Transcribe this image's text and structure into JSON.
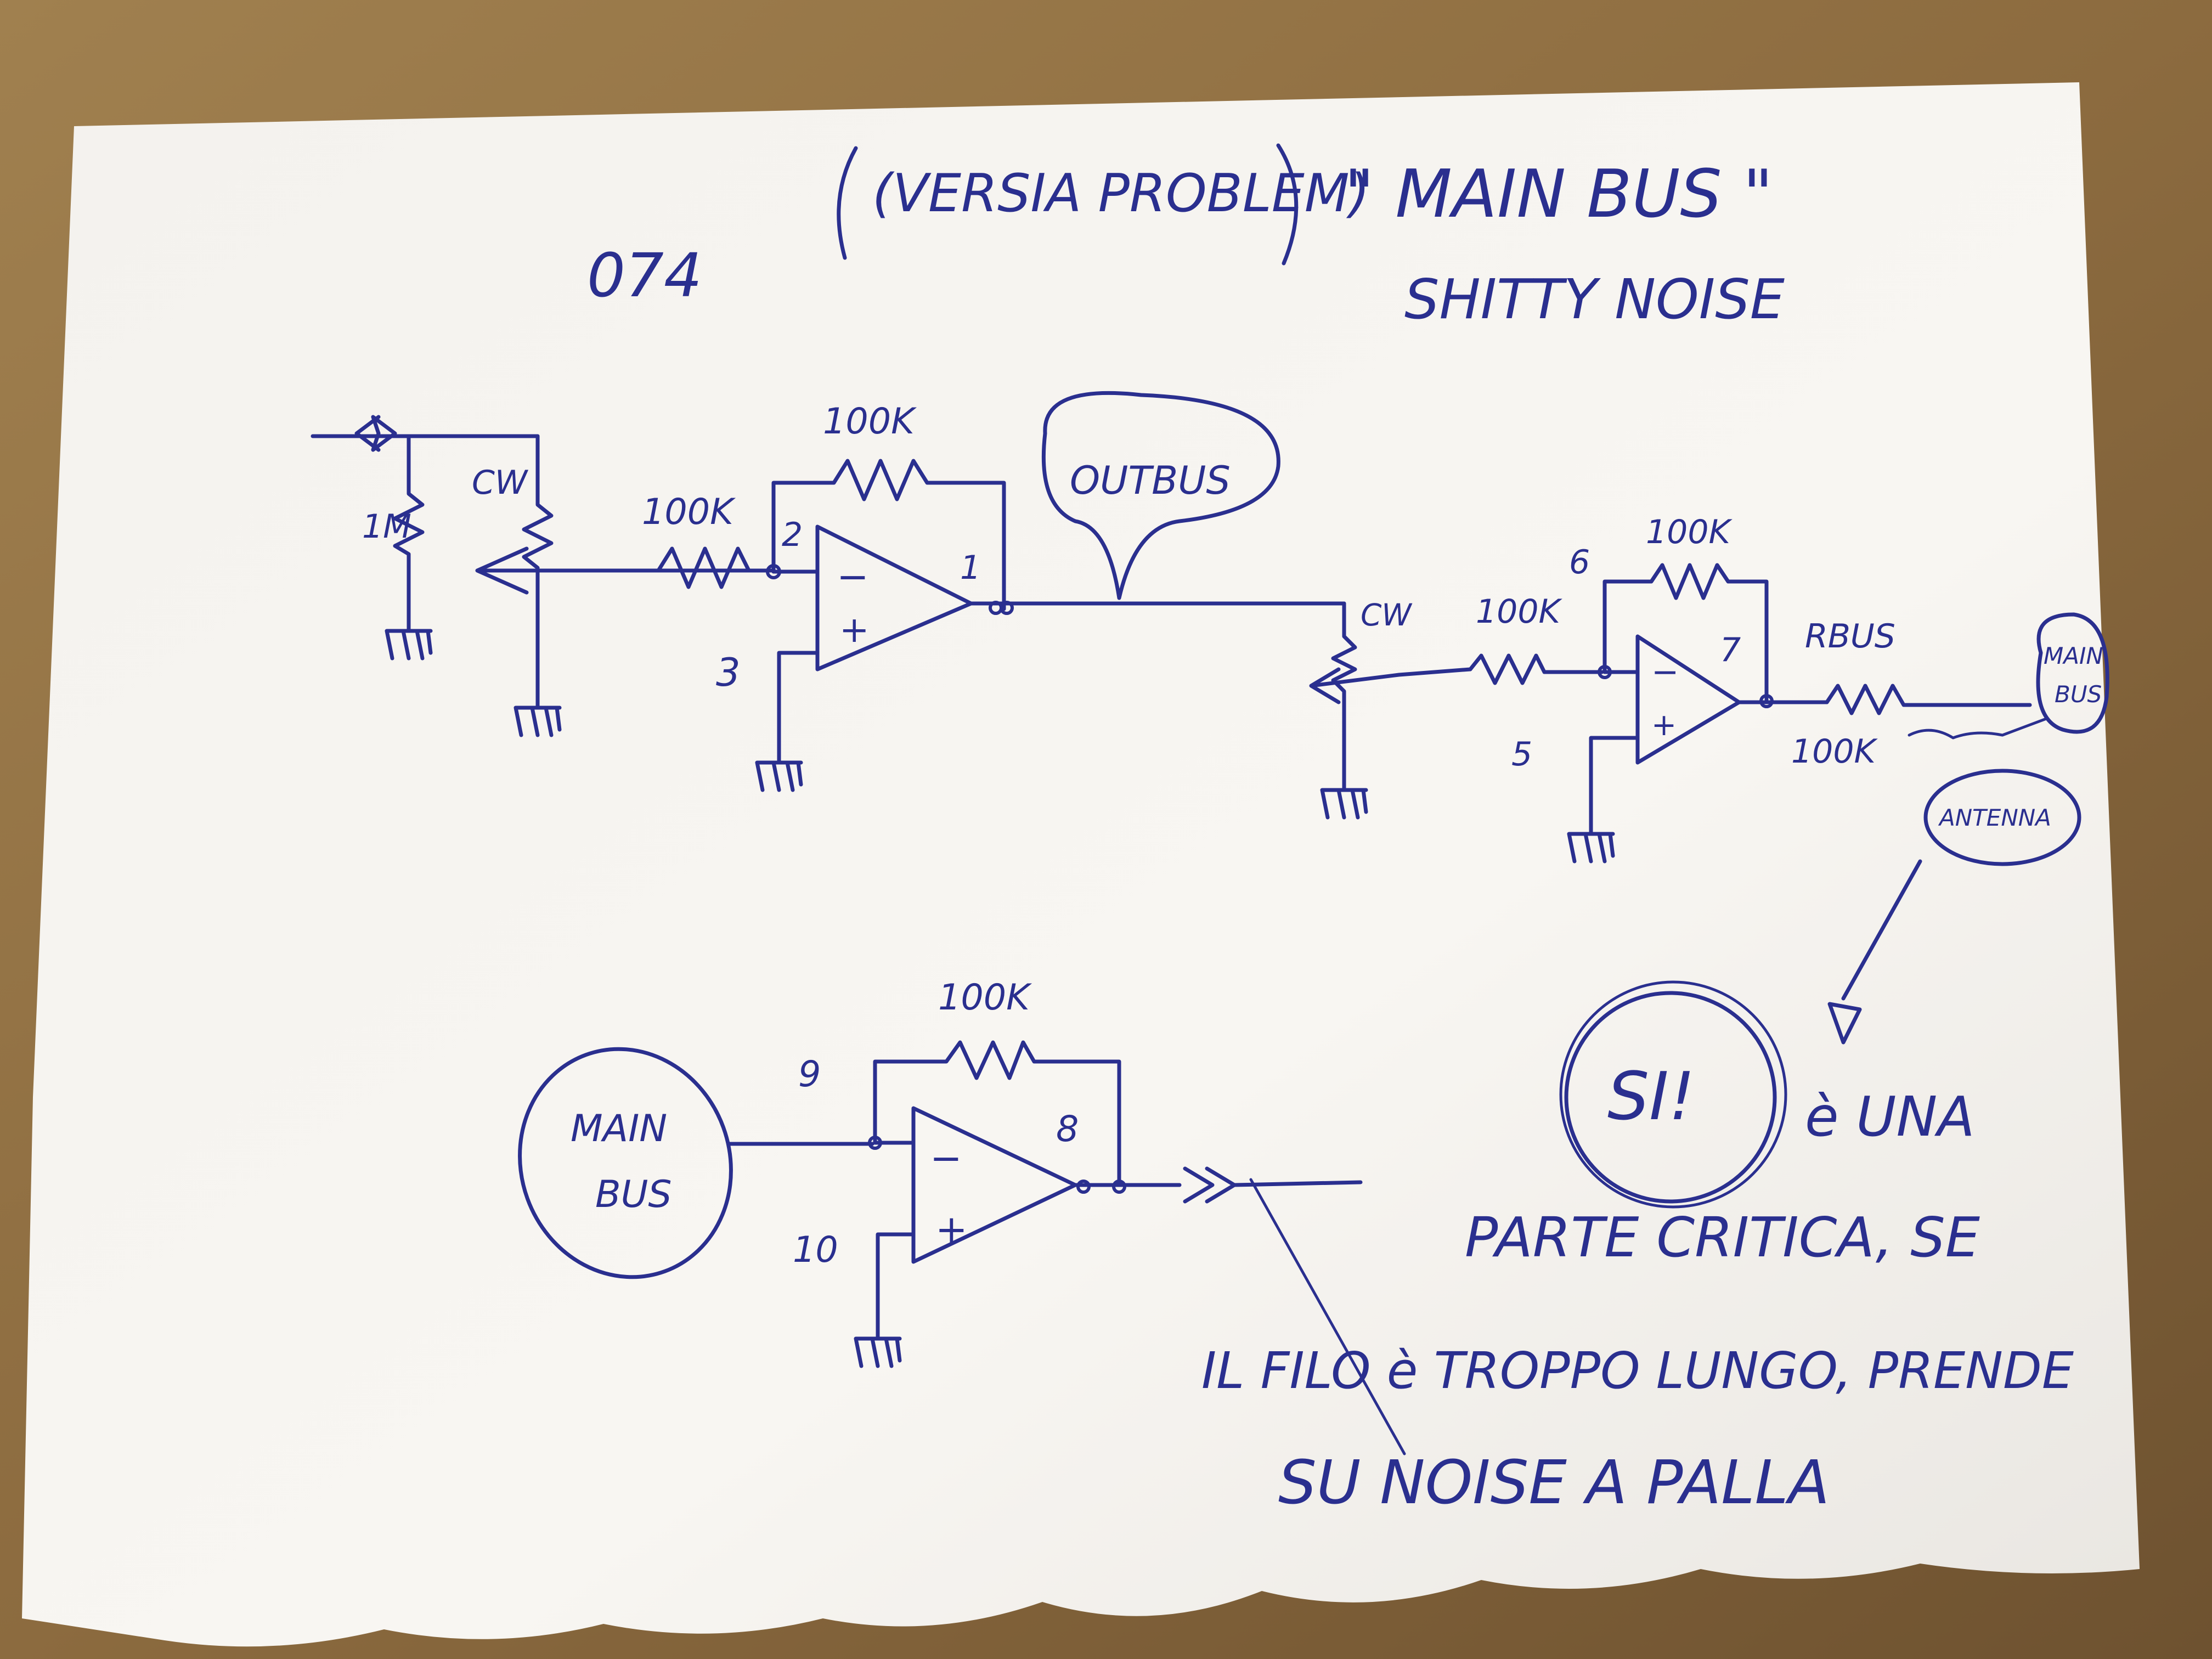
{
  "header": {
    "paren_note": "(VERSIA PROBLEM)",
    "title": "\" MAIN BUS \"",
    "subtitle": "SHITTY NOISE",
    "chip": "074"
  },
  "stage1": {
    "input_resistor": "1M",
    "pot_label": "CW",
    "in_resistor": "100K",
    "fb_resistor": "100K",
    "pin_inv": "2",
    "pin_noninv": "3",
    "pin_out": "1",
    "minus_sign": "−",
    "plus_sign": "+",
    "out_label": "OUTBUS"
  },
  "stage2": {
    "pot_label": "CW",
    "in_resistor": "100K",
    "fb_resistor": "100K",
    "pin_inv": "6",
    "pin_noninv": "5",
    "pin_out": "7",
    "minus_sign": "−",
    "plus_sign": "+",
    "rbus_label": "RBUS",
    "rbus_value": "100K",
    "bus_line1": "MAIN",
    "bus_line2": "BUS",
    "antenna": "ANTENNA"
  },
  "stage3": {
    "bus_line1": "MAIN",
    "bus_line2": "BUS",
    "fb_resistor": "100K",
    "pin_inv": "9",
    "pin_noninv": "10",
    "pin_out": "8",
    "minus_sign": "−",
    "plus_sign": "+"
  },
  "note": {
    "circle": "SI!",
    "line1": "è UNA",
    "line2": "PARTE CRITICA, SE",
    "line3": "IL FILO è TROPPO LUNGO, PRENDE",
    "line4": "SU NOISE A PALLA"
  },
  "colors": {
    "ink": "#2a2f8f",
    "paper": "#f7f5f1",
    "table": "#8a6a3e"
  }
}
